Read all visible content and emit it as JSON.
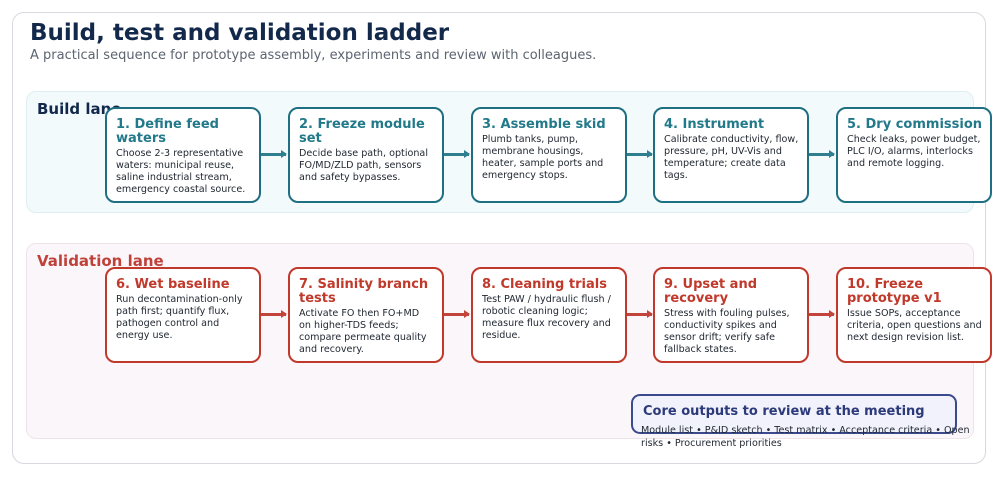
{
  "header": {
    "title": "Build, test and validation ladder",
    "subtitle": "A practical sequence for prototype assembly, experiments and review with colleagues."
  },
  "lanes": {
    "build": {
      "label": "Build lane",
      "steps": [
        {
          "title": "1. Define feed waters",
          "body": "Choose 2-3 representative waters: municipal reuse, saline industrial stream, emergency coastal source."
        },
        {
          "title": "2. Freeze module set",
          "body": "Decide base path, optional FO/MD/ZLD path, sensors and safety bypasses."
        },
        {
          "title": "3. Assemble skid",
          "body": "Plumb tanks, pump, membrane housings, heater, sample ports and emergency stops."
        },
        {
          "title": "4. Instrument",
          "body": "Calibrate conductivity, flow, pressure, pH, UV-Vis and temperature; create data tags."
        },
        {
          "title": "5. Dry commission",
          "body": "Check leaks, power budget, PLC I/O, alarms, interlocks and remote logging."
        }
      ]
    },
    "validation": {
      "label": "Validation lane",
      "steps": [
        {
          "title": "6. Wet baseline",
          "body": "Run decontamination-only path first; quantify flux, pathogen control and energy use."
        },
        {
          "title": "7. Salinity branch tests",
          "body": "Activate FO then FO+MD on higher-TDS feeds; compare permeate quality and recovery."
        },
        {
          "title": "8. Cleaning trials",
          "body": "Test PAW / hydraulic flush / robotic cleaning logic; measure flux recovery and residue."
        },
        {
          "title": "9. Upset and recovery",
          "body": "Stress with fouling pulses, conductivity spikes and sensor drift; verify safe fallback states."
        },
        {
          "title": "10. Freeze prototype v1",
          "body": "Issue SOPs, acceptance criteria, open questions and next design revision list."
        }
      ]
    }
  },
  "outputs": {
    "title": "Core outputs to review at the meeting",
    "body": "Module list • P&ID sketch • Test matrix • Acceptance criteria • Open risks • Procurement priorities"
  },
  "colors": {
    "title": "#13294b",
    "build_accent": "#1f6f82",
    "validation_accent": "#c0392b",
    "outputs_accent": "#3a4a8c"
  }
}
